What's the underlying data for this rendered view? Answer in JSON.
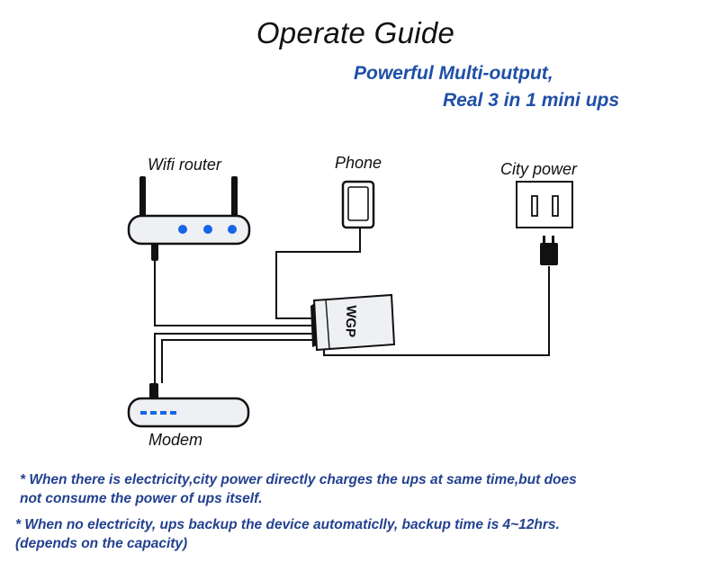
{
  "title": "Operate Guide",
  "subtitle_lines": [
    "Powerful Multi-output,",
    "Real 3 in 1 mini ups"
  ],
  "labels": {
    "router": "Wifi router",
    "phone": "Phone",
    "city_power": "City power",
    "modem": "Modem",
    "ups_brand": "WGP"
  },
  "notes": [
    [
      "* When there is electricity,city power directly charges the ups at same time,but does",
      " not consume the power of ups itself."
    ],
    [
      "* When no electricity, ups backup the device automaticlly, backup time is 4~12hrs.",
      "(depends on the capacity)"
    ]
  ],
  "colors": {
    "title": "#111111",
    "subtitle": "#1f4fa8",
    "notes": "#23418f",
    "led": "#1565e8",
    "device_fill": "#eef0f3",
    "line": "#111111"
  },
  "icons": [
    "wifi-router-icon",
    "phone-icon",
    "wall-outlet-icon",
    "power-plug-icon",
    "ups-device-icon",
    "modem-icon"
  ]
}
